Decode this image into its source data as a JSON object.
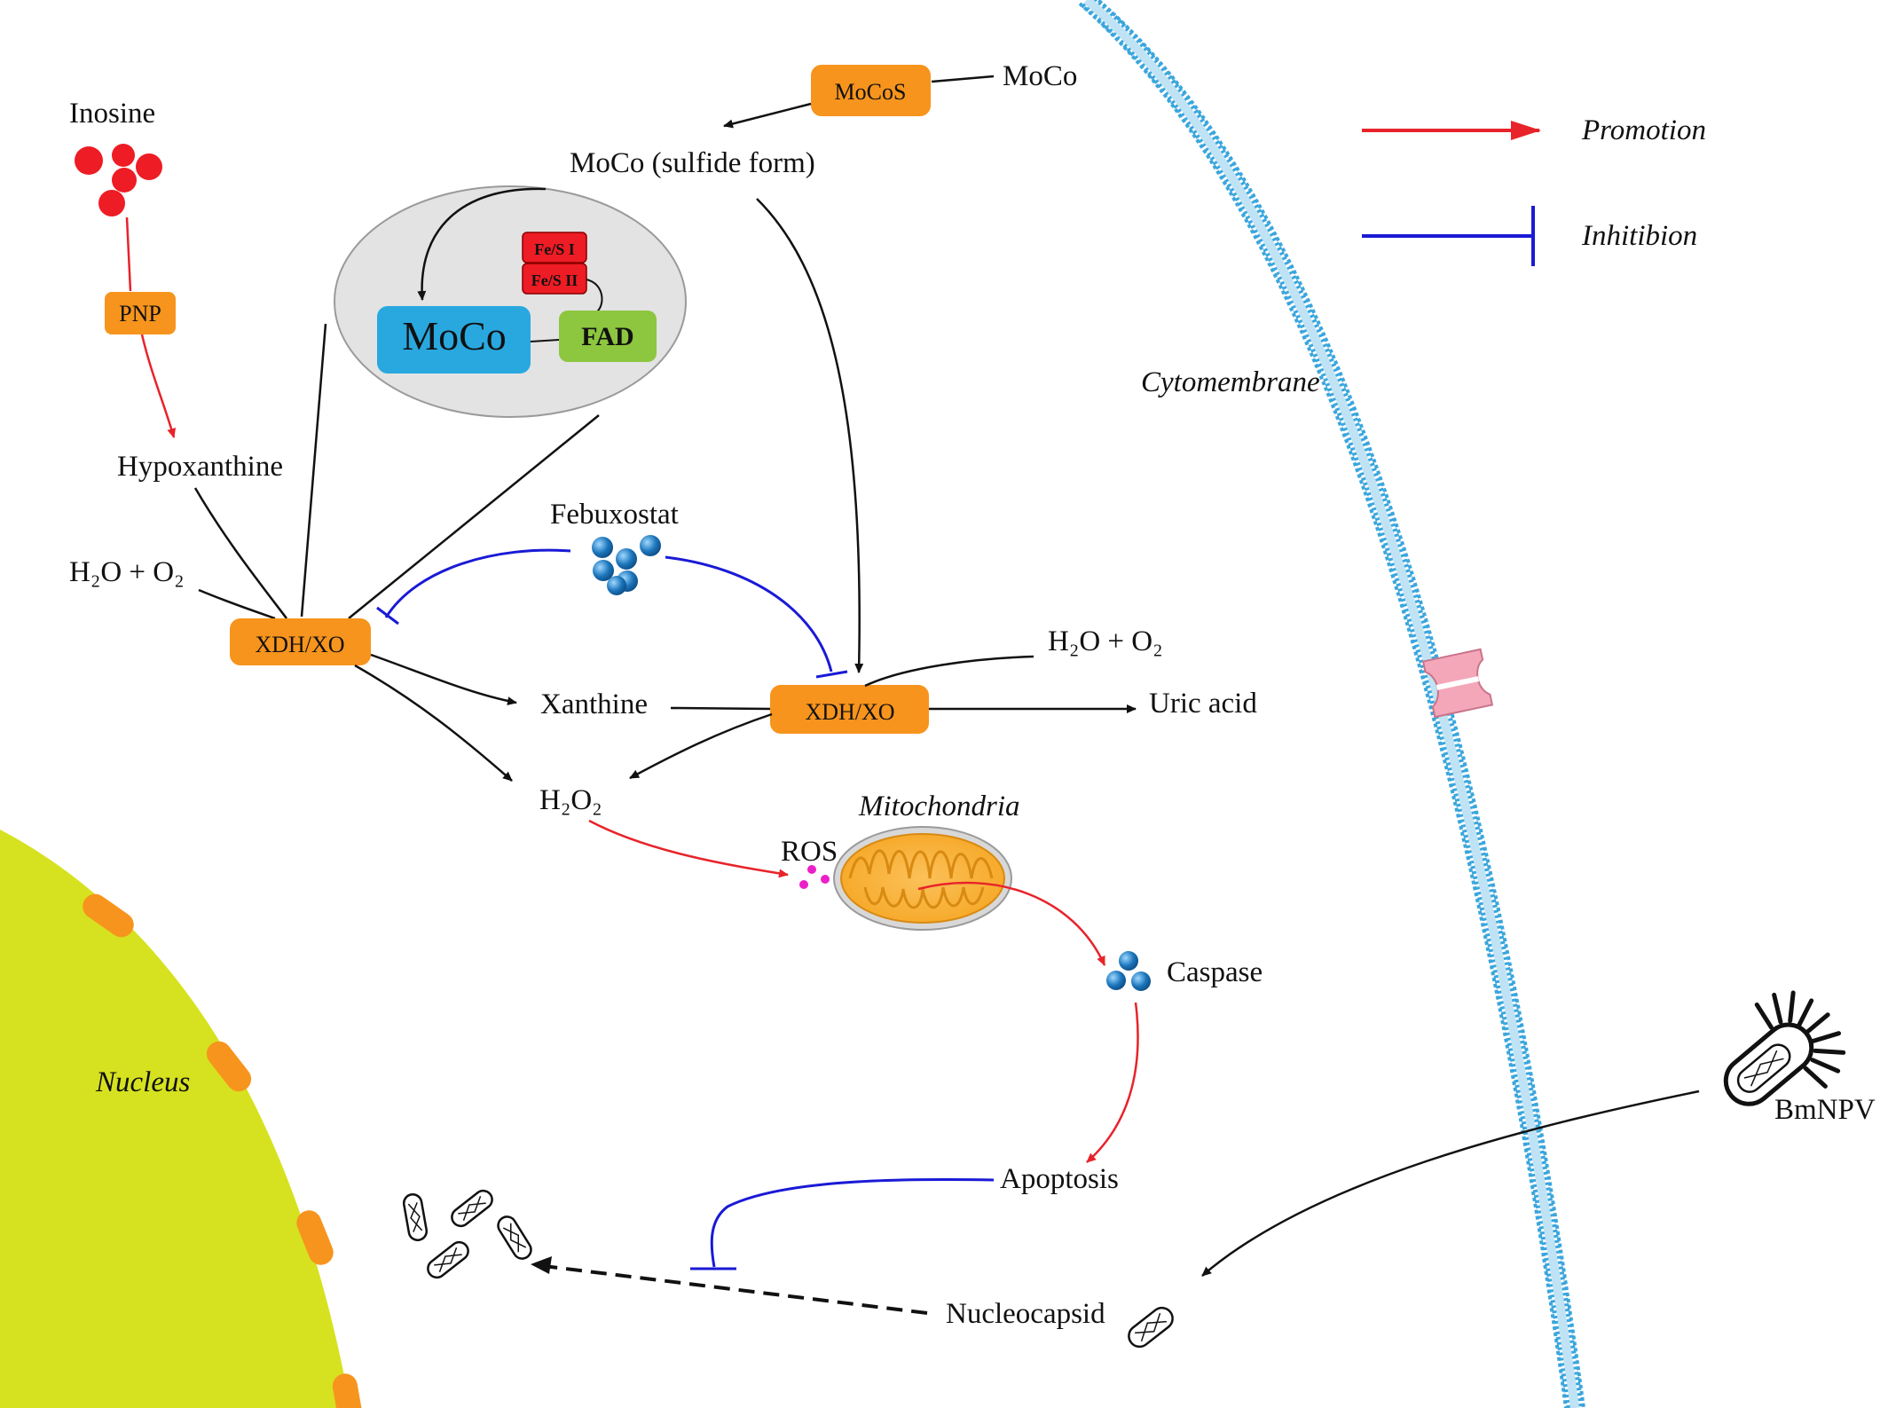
{
  "colors": {
    "promotion": "#e8232a",
    "inhibition": "#1a1ad6",
    "enzyme_box": "#f7941d",
    "nucleus": "#d6e21f",
    "membrane": "#3aa6dd",
    "moco": "#29a8e0",
    "fad": "#8dc63f",
    "fes": "#ee1c24",
    "inosine": "#ee1c24",
    "febuxostat": "#1b75bb",
    "ros": "#ec1fc9",
    "channel": "#f4a7b9"
  },
  "legend": {
    "promotion_label": "Promotion",
    "inhibition_label": "Inhitibion"
  },
  "labels": {
    "inosine": "Inosine",
    "pnp": "PNP",
    "hypoxanthine": "Hypoxanthine",
    "water_oxygen": "H₂O + O₂",
    "xdh_xo": "XDH/XO",
    "moco": "MoCo",
    "mocos": "MoCoS",
    "moco_sulfide": "MoCo (sulfide form)",
    "fes_1": "Fe/S I",
    "fes_2": "Fe/S II",
    "fad": "FAD",
    "febuxostat": "Febuxostat",
    "xanthine": "Xanthine",
    "uric_acid": "Uric acid",
    "h2o2": "H₂O₂",
    "ros": "ROS",
    "mitochondria": "Mitochondria",
    "caspase": "Caspase",
    "apoptosis": "Apoptosis",
    "nucleocapsid": "Nucleocapsid",
    "bmnpv": "BmNPV",
    "cytomembrane": "Cytomembrane",
    "nucleus": "Nucleus"
  }
}
